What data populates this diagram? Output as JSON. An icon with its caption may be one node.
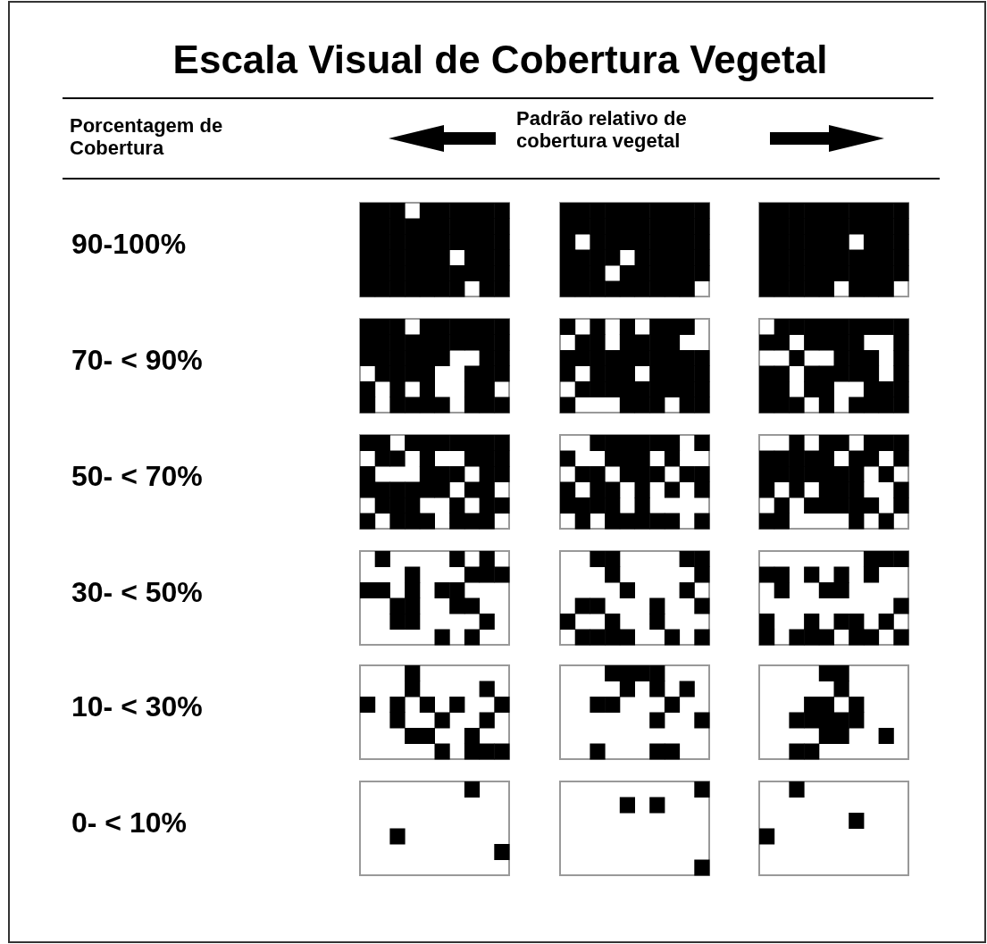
{
  "diagram": {
    "title": "Escala Visual de Cobertura Vegetal",
    "labels": [
      "Porcentagem de Cobertura",
      "Padrão relativo de cobertura vegetal",
      "90-100%",
      "70- < 90%",
      "50- < 70%",
      "30- < 50%",
      "10- < 30%",
      "0- < 10%"
    ]
  }
}
